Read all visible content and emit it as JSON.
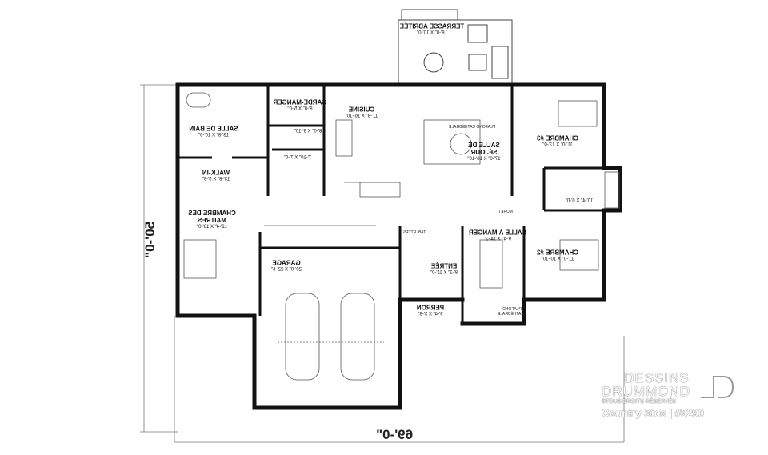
{
  "plan": {
    "rooms": {
      "terrasse": {
        "name": "TERRASSE ABRITÉE",
        "dims": "18'-0\" X 10'-0\""
      },
      "salle_de_bain": {
        "name": "SALLE DE BAIN",
        "dims": "13'-8\" X 10'-6\""
      },
      "garde_manger": {
        "name": "GARDE-MANGER",
        "dims": "8'-0\" X 5'-0\""
      },
      "cuisine": {
        "name": "CUISINE",
        "dims": "11'-8\" X 16'-10\""
      },
      "laundry": {
        "dims": "8'-0\" X 3'-10\""
      },
      "mudroom": {
        "dims": "7'-10\" X 7'-0\""
      },
      "walk_in": {
        "name": "WALK-IN",
        "dims": "13'-8\" X 5'-8\""
      },
      "chambre_maitres": {
        "name": "CHAMBRE DES MAITRES",
        "dims": "12'-4\" X 18'-0\""
      },
      "sejour": {
        "name": "SALLE DE SÉJOUR",
        "dims": "17'-0\" X 16'-10\""
      },
      "chambre3": {
        "name": "CHAMBRE #3",
        "dims": "11'-0\" X 12'-0\""
      },
      "bath2": {
        "dims": "10'-4\" X 6'-0\""
      },
      "salle_a_manger": {
        "name": "SALLE À MANGER",
        "dims": "9'-4\" X 14'-2\""
      },
      "entree": {
        "name": "ENTRÉE",
        "dims": "8'-2\" X 11'-0\""
      },
      "chambre2": {
        "name": "CHAMBRE #2",
        "dims": "11'-0\" X 10'-10\""
      },
      "perron": {
        "name": "PERRON",
        "dims": "9'-4\" X 3'-8\""
      },
      "garage": {
        "name": "GARAGE",
        "dims": "20'-0\" X 22'-6\""
      }
    },
    "notes": {
      "plafond_sejour": "PLAFOND CATHÉDRALE",
      "plafond_manger": "PLAFOND CATHÉDRALE",
      "muret": "MURET",
      "tablettes": "TABLETTES"
    },
    "dimensions": {
      "width": "69'-0\"",
      "depth": "50'-0\""
    }
  },
  "branding": {
    "logo_line1": "DESSINS",
    "logo_line2": "DRUMMOND",
    "copyright": "©TOUS DROITS RÉSERVÉS",
    "caption": "Country Side | #3290"
  },
  "colors": {
    "wall": "#111111",
    "line": "#555555",
    "background": "#ffffff"
  }
}
